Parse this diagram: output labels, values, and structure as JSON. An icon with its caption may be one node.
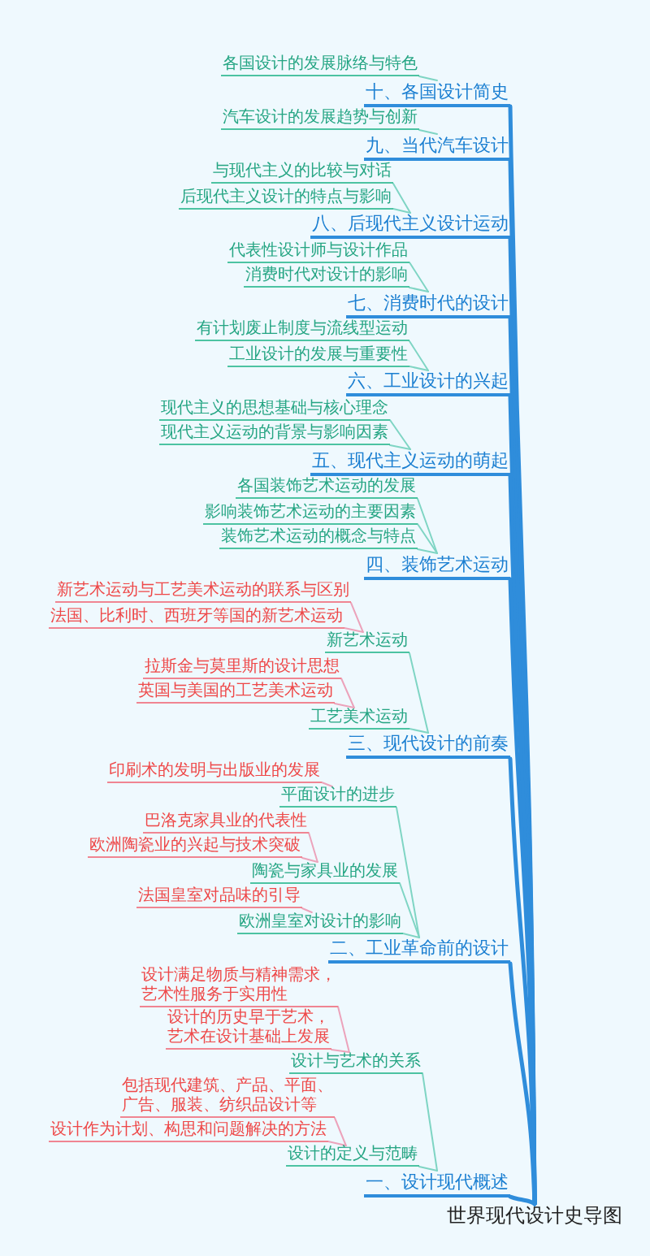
{
  "diagram": {
    "nodes": [
      {
        "text": [
          "各国设计的发展脉络与特色"
        ]
      },
      {
        "text": [
          "十、各国设计简史"
        ]
      },
      {
        "text": [
          "汽车设计的发展趋势与创新"
        ]
      },
      {
        "text": [
          "九、当代汽车设计"
        ]
      },
      {
        "text": [
          "与现代主义的比较与对话"
        ]
      },
      {
        "text": [
          "后现代主义设计的特点与影响"
        ]
      },
      {
        "text": [
          "八、后现代主义设计运动"
        ]
      },
      {
        "text": [
          "代表性设计师与设计作品"
        ]
      },
      {
        "text": [
          "消费时代对设计的影响"
        ]
      },
      {
        "text": [
          "七、消费时代的设计"
        ]
      },
      {
        "text": [
          "有计划废止制度与流线型运动"
        ]
      },
      {
        "text": [
          "工业设计的发展与重要性"
        ]
      },
      {
        "text": [
          "六、工业设计的兴起"
        ]
      },
      {
        "text": [
          "现代主义的思想基础与核心理念"
        ]
      },
      {
        "text": [
          "现代主义运动的背景与影响因素"
        ]
      },
      {
        "text": [
          "五、现代主义运动的萌起"
        ]
      },
      {
        "text": [
          "各国装饰艺术运动的发展"
        ]
      },
      {
        "text": [
          "影响装饰艺术运动的主要因素"
        ]
      },
      {
        "text": [
          "装饰艺术运动的概念与特点"
        ]
      },
      {
        "text": [
          "四、装饰艺术运动"
        ]
      },
      {
        "text": [
          "新艺术运动与工艺美术运动的联系与区别"
        ]
      },
      {
        "text": [
          "法国、比利时、西班牙等国的新艺术运动"
        ]
      },
      {
        "text": [
          "新艺术运动"
        ]
      },
      {
        "text": [
          "拉斯金与莫里斯的设计思想"
        ]
      },
      {
        "text": [
          "英国与美国的工艺美术运动"
        ]
      },
      {
        "text": [
          "工艺美术运动"
        ]
      },
      {
        "text": [
          "三、现代设计的前奏"
        ]
      },
      {
        "text": [
          "印刷术的发明与出版业的发展"
        ]
      },
      {
        "text": [
          "平面设计的进步"
        ]
      },
      {
        "text": [
          "巴洛克家具业的代表性"
        ]
      },
      {
        "text": [
          "欧洲陶瓷业的兴起与技术突破"
        ]
      },
      {
        "text": [
          "陶瓷与家具业的发展"
        ]
      },
      {
        "text": [
          "法国皇室对品味的引导"
        ]
      },
      {
        "text": [
          "欧洲皇室对设计的影响"
        ]
      },
      {
        "text": [
          "二、工业革命前的设计"
        ]
      },
      {
        "text": [
          "设计满足物质与精神需求，艺术性服务于实用性"
        ]
      },
      {
        "text": [
          "设计的历史早于艺术，艺术在设计基础上发展"
        ]
      },
      {
        "text": [
          "设计与艺术的关系"
        ]
      },
      {
        "text": [
          "包括现代建筑、产品、平面、广告、服装、纺织品设计等"
        ]
      },
      {
        "text": [
          "设计作为计划、构思和问题解决的方法"
        ]
      },
      {
        "text": [
          "设计的定义与范畴"
        ]
      },
      {
        "text": [
          "一、设计现代概述"
        ]
      },
      {
        "text": [
          "世界现代设计史导图"
        ]
      }
    ],
    "edges": [
      {
        "from": 42,
        "to": 1,
        "arrow": "none",
        "style": "thick",
        "color": "#2f8ddb"
      },
      {
        "from": 1,
        "to": 0,
        "arrow": "none"
      },
      {
        "from": 42,
        "to": 3,
        "arrow": "none",
        "style": "thick",
        "color": "#2f8ddb"
      },
      {
        "from": 3,
        "to": 2,
        "arrow": "none"
      },
      {
        "from": 42,
        "to": 6,
        "arrow": "none",
        "style": "thick",
        "color": "#2f8ddb"
      },
      {
        "from": 6,
        "to": 4,
        "arrow": "none"
      },
      {
        "from": 6,
        "to": 5,
        "arrow": "none"
      },
      {
        "from": 42,
        "to": 9,
        "arrow": "none",
        "style": "thick",
        "color": "#2f8ddb"
      },
      {
        "from": 9,
        "to": 7,
        "arrow": "none"
      },
      {
        "from": 9,
        "to": 8,
        "arrow": "none"
      },
      {
        "from": 42,
        "to": 12,
        "arrow": "none",
        "style": "thick",
        "color": "#2f8ddb"
      },
      {
        "from": 12,
        "to": 10,
        "arrow": "none"
      },
      {
        "from": 12,
        "to": 11,
        "arrow": "none"
      },
      {
        "from": 42,
        "to": 15,
        "arrow": "none",
        "style": "thick",
        "color": "#2f8ddb"
      },
      {
        "from": 15,
        "to": 13,
        "arrow": "none"
      },
      {
        "from": 15,
        "to": 14,
        "arrow": "none"
      },
      {
        "from": 42,
        "to": 19,
        "arrow": "none",
        "style": "thick",
        "color": "#2f8ddb"
      },
      {
        "from": 19,
        "to": 16,
        "arrow": "none"
      },
      {
        "from": 19,
        "to": 17,
        "arrow": "none"
      },
      {
        "from": 19,
        "to": 18,
        "arrow": "none"
      },
      {
        "from": 42,
        "to": 26,
        "arrow": "none",
        "style": "thick",
        "color": "#2f8ddb"
      },
      {
        "from": 26,
        "to": 22,
        "arrow": "none"
      },
      {
        "from": 22,
        "to": 20,
        "arrow": "none",
        "color": "#eca3bb"
      },
      {
        "from": 22,
        "to": 21,
        "arrow": "none",
        "color": "#eca3bb"
      },
      {
        "from": 26,
        "to": 25,
        "arrow": "none"
      },
      {
        "from": 25,
        "to": 23,
        "arrow": "none",
        "color": "#eca3bb"
      },
      {
        "from": 25,
        "to": 24,
        "arrow": "none",
        "color": "#eca3bb"
      },
      {
        "from": 42,
        "to": 34,
        "arrow": "none",
        "style": "thick",
        "color": "#2f8ddb"
      },
      {
        "from": 34,
        "to": 28,
        "arrow": "none"
      },
      {
        "from": 28,
        "to": 27,
        "arrow": "none",
        "color": "#eca3bb"
      },
      {
        "from": 34,
        "to": 31,
        "arrow": "none"
      },
      {
        "from": 31,
        "to": 29,
        "arrow": "none",
        "color": "#eca3bb"
      },
      {
        "from": 31,
        "to": 30,
        "arrow": "none",
        "color": "#eca3bb"
      },
      {
        "from": 34,
        "to": 33,
        "arrow": "none"
      },
      {
        "from": 33,
        "to": 32,
        "arrow": "none",
        "color": "#eca3bb"
      },
      {
        "from": 42,
        "to": 41,
        "arrow": "none",
        "style": "thick",
        "color": "#2f8ddb"
      },
      {
        "from": 41,
        "to": 37,
        "arrow": "none"
      },
      {
        "from": 37,
        "to": 35,
        "arrow": "none",
        "color": "#eca3bb"
      },
      {
        "from": 37,
        "to": 36,
        "arrow": "none",
        "color": "#eca3bb"
      },
      {
        "from": 41,
        "to": 40,
        "arrow": "none"
      },
      {
        "from": 40,
        "to": 38,
        "arrow": "none",
        "color": "#eca3bb"
      },
      {
        "from": 40,
        "to": 39,
        "arrow": "none",
        "color": "#eca3bb"
      }
    ]
  }
}
